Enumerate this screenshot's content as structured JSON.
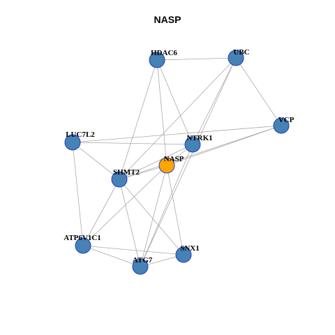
{
  "title": "NASP",
  "colors": {
    "node": "#4682b4",
    "center": "#ffa500",
    "edge": "#aaaaaa",
    "stroke": "#1e3fc0"
  },
  "nodes": [
    {
      "id": "HDAC6",
      "label": "HDAC6",
      "center": false
    },
    {
      "id": "UBC",
      "label": "UBC",
      "center": false
    },
    {
      "id": "VCP",
      "label": "VCP",
      "center": false
    },
    {
      "id": "LUC7L2",
      "label": "LUC7L2",
      "center": false
    },
    {
      "id": "NTRK1",
      "label": "NTRK1",
      "center": false
    },
    {
      "id": "NASP",
      "label": "NASP",
      "center": true
    },
    {
      "id": "SHMT2",
      "label": "SHMT2",
      "center": false
    },
    {
      "id": "ATP6V1C1",
      "label": "ATP6V1C1",
      "center": false
    },
    {
      "id": "SNX1",
      "label": "SNX1",
      "center": false
    },
    {
      "id": "ATG7",
      "label": "ATG7",
      "center": false
    }
  ],
  "edges": [
    [
      "HDAC6",
      "UBC"
    ],
    [
      "HDAC6",
      "NTRK1"
    ],
    [
      "HDAC6",
      "NASP"
    ],
    [
      "HDAC6",
      "SHMT2"
    ],
    [
      "UBC",
      "VCP"
    ],
    [
      "UBC",
      "NTRK1"
    ],
    [
      "UBC",
      "SHMT2"
    ],
    [
      "UBC",
      "ATG7"
    ],
    [
      "VCP",
      "NASP"
    ],
    [
      "VCP",
      "SHMT2"
    ],
    [
      "VCP",
      "LUC7L2"
    ],
    [
      "LUC7L2",
      "NTRK1"
    ],
    [
      "LUC7L2",
      "SHMT2"
    ],
    [
      "LUC7L2",
      "ATP6V1C1"
    ],
    [
      "NTRK1",
      "NASP"
    ],
    [
      "NTRK1",
      "SHMT2"
    ],
    [
      "NTRK1",
      "ATG7"
    ],
    [
      "NASP",
      "ATP6V1C1"
    ],
    [
      "NASP",
      "SNX1"
    ],
    [
      "NASP",
      "ATG7"
    ],
    [
      "NASP",
      "SHMT2"
    ],
    [
      "SHMT2",
      "ATP6V1C1"
    ],
    [
      "SHMT2",
      "SNX1"
    ],
    [
      "SHMT2",
      "ATG7"
    ],
    [
      "ATP6V1C1",
      "SNX1"
    ],
    [
      "ATP6V1C1",
      "ATG7"
    ],
    [
      "ATG7",
      "SNX1"
    ]
  ]
}
